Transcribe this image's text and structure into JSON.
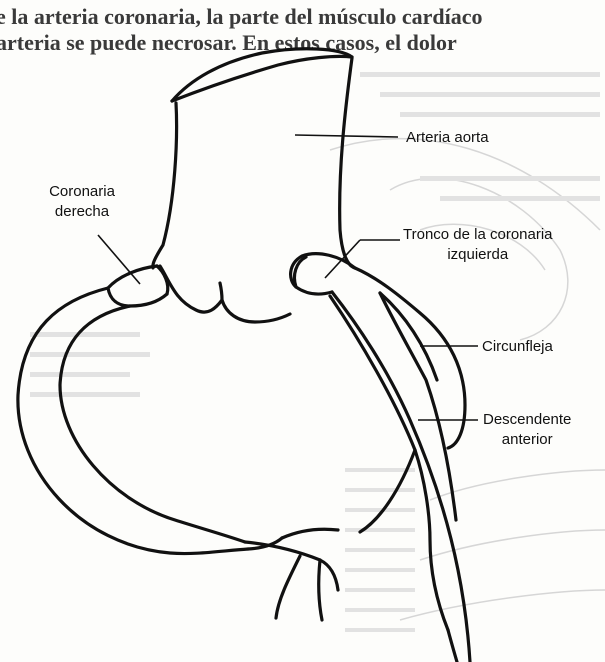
{
  "background_text": {
    "line1": "e la arteria coronaria, la parte del músculo cardíaco",
    "line2": "arteria se puede necrosar. En estos casos, el dolor"
  },
  "labels": {
    "aorta": "Arteria aorta",
    "coronaria_derecha": [
      "Coronaria",
      "derecha"
    ],
    "tronco": [
      "Tronco de la coronaria",
      "izquierda"
    ],
    "circunfleja": "Circunfleja",
    "descendente": [
      "Descendente",
      "anterior"
    ]
  },
  "colors": {
    "ink": "#111111",
    "faint_print": "#c8c8c8",
    "paper": "#fdfdfb"
  }
}
